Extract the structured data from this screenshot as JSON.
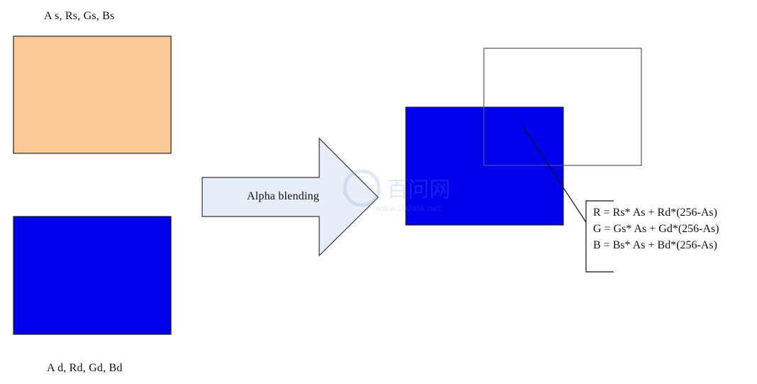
{
  "source": {
    "label": "A s, Rs, Gs, Bs",
    "fill_color": "#fdc997"
  },
  "destination": {
    "label": "A d, Rd, Gd, Bd",
    "fill_color": "#0000ee"
  },
  "arrow": {
    "label": "Alpha blending",
    "fill_color": "#e8eef8"
  },
  "result": {
    "blue_fill": "#0000ee",
    "outline_color": "#555555"
  },
  "formulas": [
    "R = Rs* As + Rd*(256-As)",
    "G = Gs* As + Gd*(256-As)",
    "B = Bs* As + Bd*(256-As)"
  ],
  "watermark": {
    "logo_text": "百问网",
    "url_text": "www.100ask.net"
  }
}
